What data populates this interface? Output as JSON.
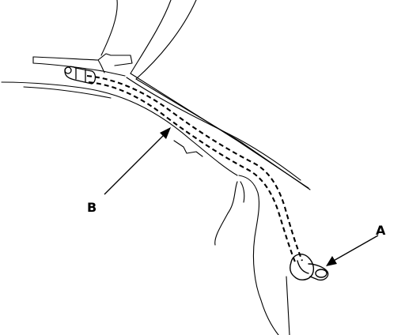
{
  "callouts": {
    "a": {
      "label": "A",
      "target": "drain-tube-outlet"
    },
    "b": {
      "label": "B",
      "target": "drain-tube"
    }
  },
  "colors": {
    "line": "#000000",
    "background": "#ffffff"
  }
}
